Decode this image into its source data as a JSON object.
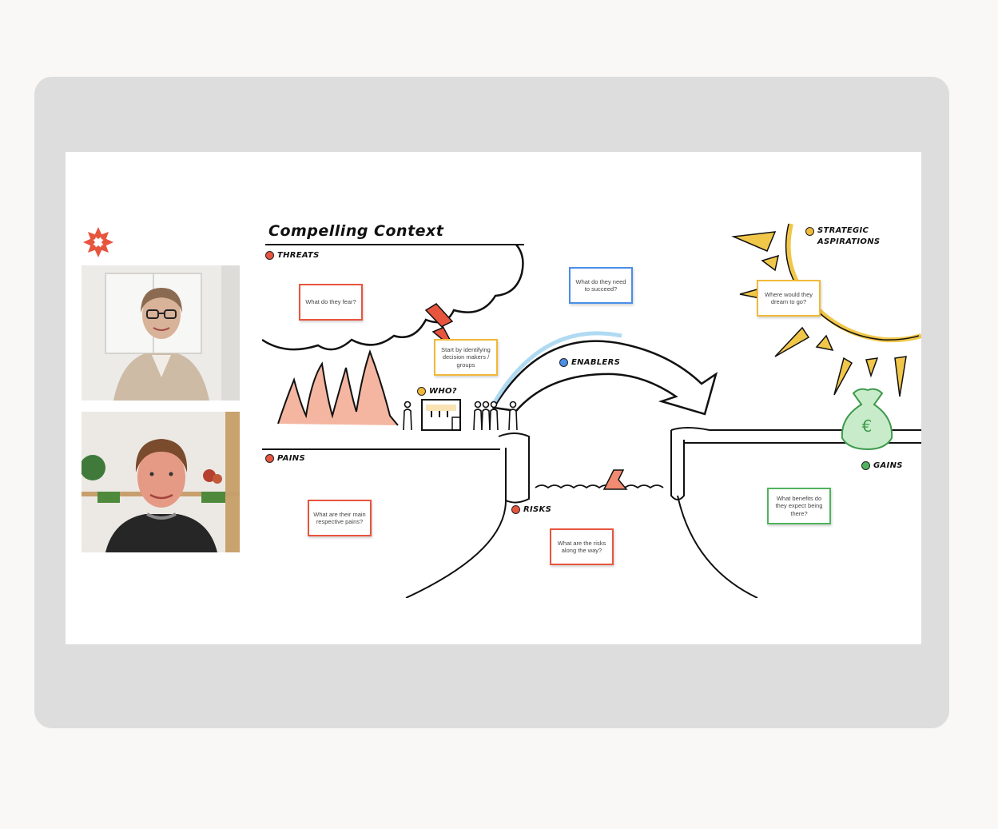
{
  "colors": {
    "background": "#f9f8f6",
    "frame": "#dddddd",
    "accent_red": "#e8553e",
    "accent_blue": "#4a8ee8",
    "accent_yellow": "#f1b93a",
    "accent_green": "#4fb35e"
  },
  "canvas": {
    "title": "Compelling Context",
    "labels": {
      "threats": "THREATS",
      "pains": "PAINS",
      "who": "WHO?",
      "enablers": "ENABLERS",
      "risks": "RISKS",
      "gains": "GAINS",
      "strategic_line1": "STRATEGIC",
      "strategic_line2": "ASPIRATIONS"
    },
    "stickies": {
      "fear": "What do they fear?",
      "succeed": "What do they need to succeed?",
      "identify": "Start by identifying decision makers / groups",
      "dream": "Where would they dream to go?",
      "pains": "What are their main respective pains?",
      "risks": "What are the risks along the way?",
      "benefits": "What benefits do they expect being there?"
    },
    "icons": [
      "lightning-icon",
      "money-bag-icon",
      "sun-icon",
      "fire-icon",
      "building-icon",
      "people-icon"
    ]
  },
  "participants": [
    {
      "name": "participant-1"
    },
    {
      "name": "participant-2"
    }
  ]
}
